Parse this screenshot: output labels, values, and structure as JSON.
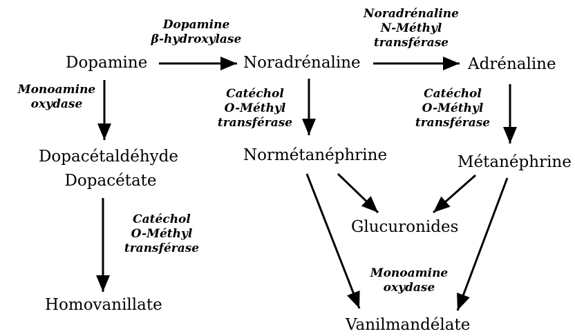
{
  "colors": {
    "line": "#000000",
    "background": "#ffffff"
  },
  "nodes": {
    "dopamine": "Dopamine",
    "noradrenaline": "Noradrénaline",
    "adrenaline": "Adrénaline",
    "dopacetaldehyde": "Dopacétaldéhyde",
    "dopacetate": "Dopacétate",
    "normetanephrine": "Normétanéphrine",
    "metanephrine": "Métanéphrine",
    "glucuronides": "Glucuronides",
    "homovanillate": "Homovanillate",
    "vanilmandelate": "Vanilmandélate"
  },
  "enzymes": {
    "dbh": [
      "Dopamine",
      "β-hydroxylase"
    ],
    "pnmt": [
      "Noradrénaline",
      "N-Méthyl",
      "transférase"
    ],
    "mao_left": [
      "Monoamine",
      "oxydase"
    ],
    "comt_1": [
      "Catéchol",
      "O-Méthyl",
      "transférase"
    ],
    "comt_2": [
      "Catéchol",
      "O-Méthyl",
      "transférase"
    ],
    "comt_3": [
      "Catéchol",
      "O-Méthyl",
      "transférase"
    ],
    "mao_bottom": [
      "Monoamine",
      "oxydase"
    ]
  }
}
